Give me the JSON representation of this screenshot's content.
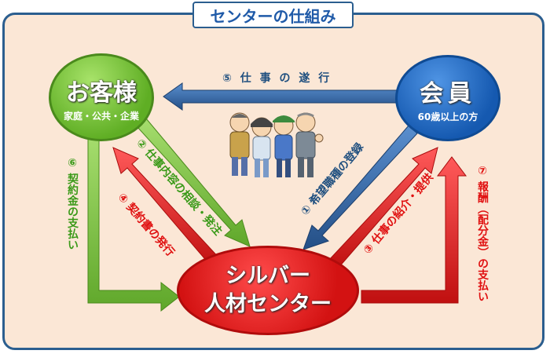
{
  "title": "センターの仕組み",
  "nodes": {
    "customer": {
      "name": "お客様",
      "sub": "家庭・公共・企業"
    },
    "member": {
      "name": "会員",
      "sub": "60歳以上の方"
    },
    "center": {
      "line1": "シルバー",
      "line2": "人材センター"
    }
  },
  "flows": [
    {
      "id": "1",
      "label": "① 希望職種の登録"
    },
    {
      "id": "2",
      "label": "② 仕事内容の相談・発注"
    },
    {
      "id": "3",
      "label": "③ 仕事の紹介・提供"
    },
    {
      "id": "4",
      "label": "④ 契約書の発行"
    },
    {
      "id": "5",
      "label": "⑤ 仕 事 の 遂 行"
    },
    {
      "id": "6",
      "label": "⑥ 契約金の支払い"
    },
    {
      "id": "7",
      "label": "⑦ 報酬（配分金）の支払い"
    }
  ],
  "colors": {
    "frame": "#2b5e8f",
    "background": "#fbe7d6",
    "customer": "#6cbf2c",
    "member": "#1559b0",
    "center": "#d31212",
    "arrow_blue": "#2e64a6",
    "arrow_green": "#7cc242",
    "arrow_red": "#e31e1e"
  },
  "illustration": "worker-group-icon"
}
